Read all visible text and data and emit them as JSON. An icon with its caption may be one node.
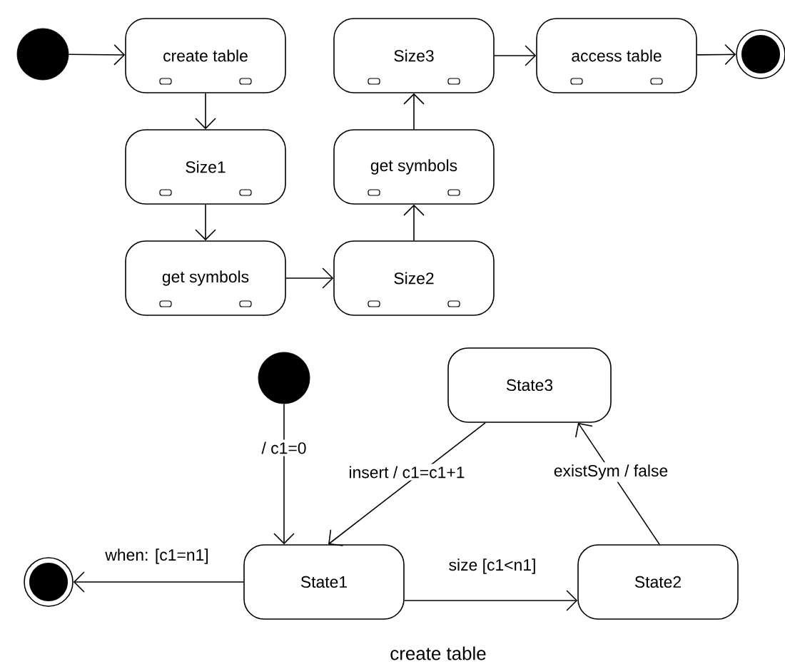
{
  "diagram": {
    "caption": "create table",
    "nodes": [
      {
        "text": [],
        "shape": "circle"
      },
      {
        "text": [
          "create table"
        ]
      },
      {
        "text": [
          "Size1"
        ]
      },
      {
        "text": [
          "get symbols"
        ]
      },
      {
        "text": [
          "Size2"
        ]
      },
      {
        "text": [
          "get symbols"
        ]
      },
      {
        "text": [
          "Size3"
        ]
      },
      {
        "text": [
          "access table"
        ]
      },
      {
        "text": [],
        "shape": "circle"
      },
      {
        "text": [],
        "shape": "circle"
      },
      {
        "text": [
          "State3"
        ]
      },
      {
        "text": [
          "State1"
        ]
      },
      {
        "text": [
          "State2"
        ]
      },
      {
        "text": [],
        "shape": "circle"
      }
    ],
    "edges": [
      {
        "from": 0,
        "to": 1,
        "arrow": "to"
      },
      {
        "from": 1,
        "to": 2,
        "arrow": "to"
      },
      {
        "from": 2,
        "to": 3,
        "arrow": "to"
      },
      {
        "from": 3,
        "to": 4,
        "arrow": "to"
      },
      {
        "from": 4,
        "to": 5,
        "arrow": "to"
      },
      {
        "from": 5,
        "to": 6,
        "arrow": "to"
      },
      {
        "from": 6,
        "to": 7,
        "arrow": "to"
      },
      {
        "from": 7,
        "to": 8,
        "arrow": "to"
      },
      {
        "from": 9,
        "to": 11,
        "arrow": "to",
        "label": "/ c1=0"
      },
      {
        "from": 10,
        "to": 11,
        "arrow": "to",
        "label": "insert / c1=c1+1"
      },
      {
        "from": 12,
        "to": 10,
        "arrow": "to",
        "label": "existSym / false"
      },
      {
        "from": 11,
        "to": 13,
        "arrow": "to",
        "label": "when: [c1=n1]"
      },
      {
        "from": 11,
        "to": 12,
        "arrow": "to",
        "label": "size [c1<n1]"
      }
    ]
  }
}
